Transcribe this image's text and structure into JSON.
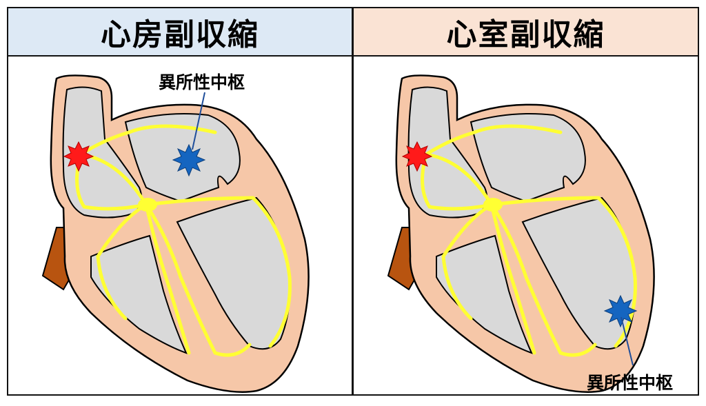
{
  "panels": [
    {
      "title": "心房副収縮",
      "ectopic_label": "異所性中枢"
    },
    {
      "title": "心室副収縮",
      "ectopic_label": "異所性中枢"
    }
  ],
  "colors": {
    "left_header_bg": "#dde9f5",
    "right_header_bg": "#fae3d4",
    "heart_wall": "#f6c7a8",
    "chamber": "#d9d9d9",
    "conduction": "#ffff33",
    "sinus_node": "#ff1a1a",
    "ectopic_focus": "#1565c0",
    "vessel": "#b85410"
  }
}
